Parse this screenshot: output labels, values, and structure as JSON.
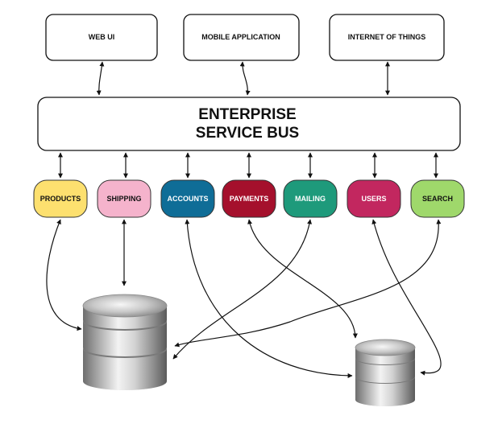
{
  "clients": [
    {
      "id": "web-ui",
      "label": "WEB UI"
    },
    {
      "id": "mobile-application",
      "label": "MOBILE APPLICATION"
    },
    {
      "id": "internet-of-things",
      "label": "INTERNET OF THINGS"
    }
  ],
  "bus": {
    "line1": "ENTERPRISE",
    "line2": "SERVICE BUS"
  },
  "services": [
    {
      "id": "products",
      "label": "PRODUCTS",
      "color": "#fde06f",
      "text_color": "#111111"
    },
    {
      "id": "shipping",
      "label": "SHIPPING",
      "color": "#f5b3cc",
      "text_color": "#111111"
    },
    {
      "id": "accounts",
      "label": "ACCOUNTS",
      "color": "#0f6d97",
      "text_color": "#ffffff"
    },
    {
      "id": "payments",
      "label": "PAYMENTS",
      "color": "#a5102c",
      "text_color": "#ffffff"
    },
    {
      "id": "mailing",
      "label": "MAILING",
      "color": "#1e9a7b",
      "text_color": "#ffffff"
    },
    {
      "id": "users",
      "label": "USERS",
      "color": "#c2275f",
      "text_color": "#ffffff"
    },
    {
      "id": "search",
      "label": "SEARCH",
      "color": "#9fd86b",
      "text_color": "#111111"
    }
  ],
  "databases": [
    {
      "id": "database-large",
      "icon": "database-icon"
    },
    {
      "id": "database-small",
      "icon": "database-icon"
    }
  ]
}
